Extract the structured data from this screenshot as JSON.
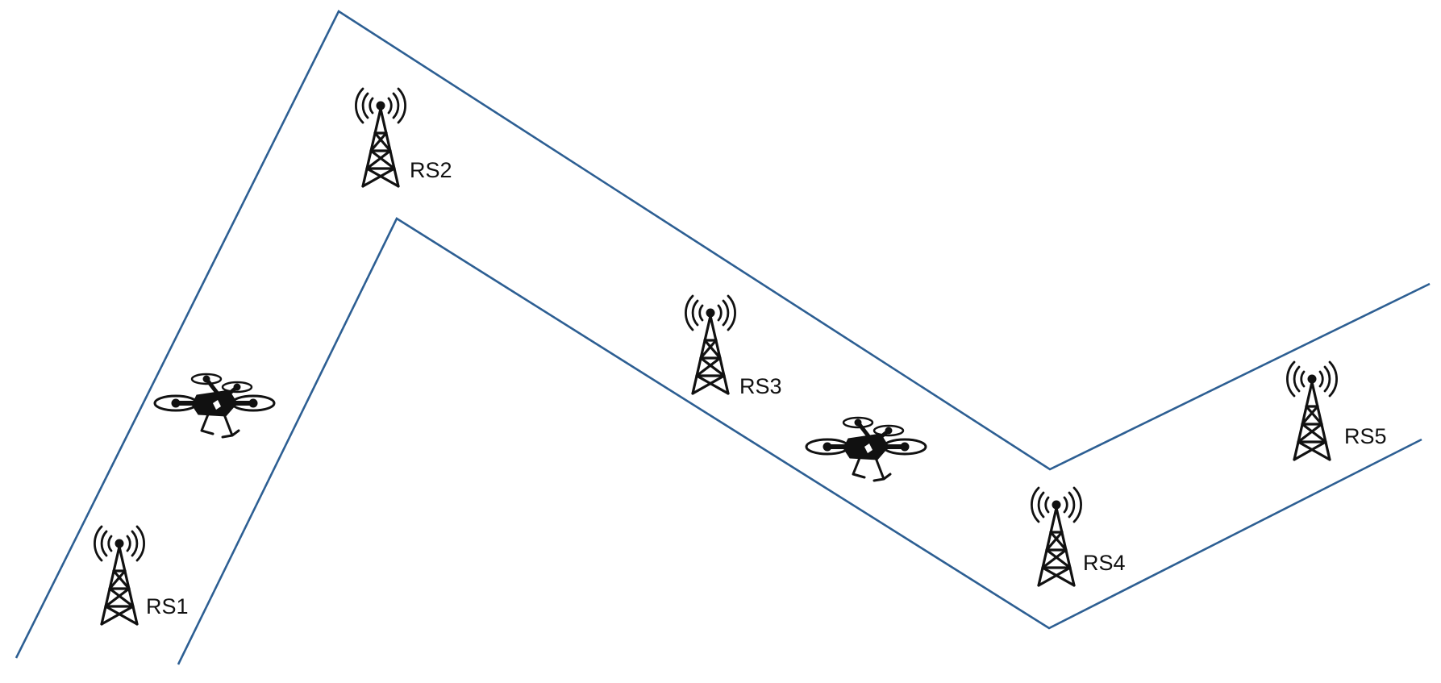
{
  "diagram": {
    "colors": {
      "corridor": "#2d5f93",
      "ink": "#111111",
      "background": "#ffffff"
    },
    "icons": {
      "station": "radio-tower-icon",
      "uav": "drone-icon"
    },
    "stations": [
      {
        "label": "RS1"
      },
      {
        "label": "RS2"
      },
      {
        "label": "RS3"
      },
      {
        "label": "RS4"
      },
      {
        "label": "RS5"
      }
    ],
    "uavs": [
      {
        "icon": "drone-icon"
      },
      {
        "icon": "drone-icon"
      }
    ]
  }
}
